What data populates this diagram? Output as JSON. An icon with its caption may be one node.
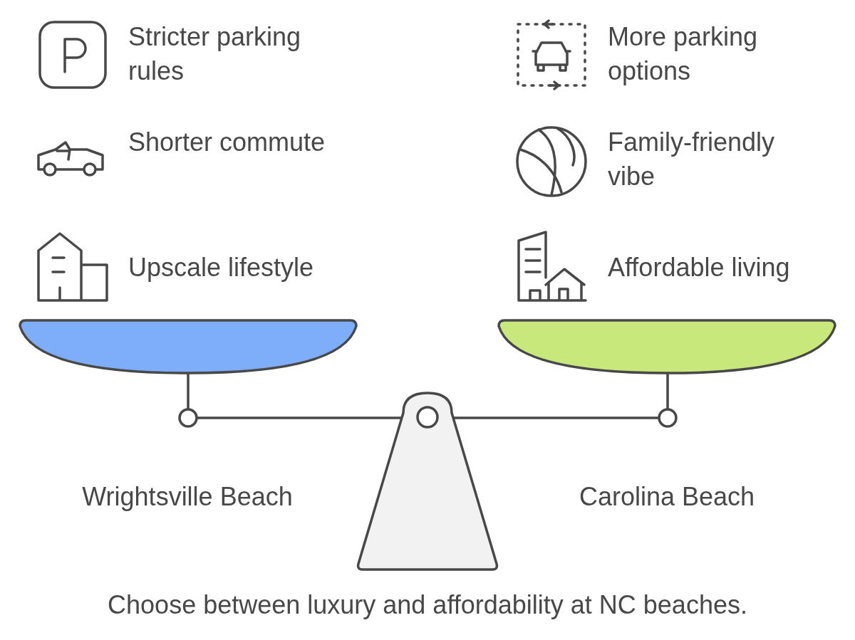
{
  "diagram": {
    "caption": "Choose between luxury and affordability at NC beaches.",
    "labels": [
      "Stricter parking rules",
      "More parking options",
      "Shorter commute",
      "Family-friendly vibe",
      "Upscale lifestyle",
      "Affordable living",
      "Wrightsville Beach",
      "Carolina Beach"
    ]
  }
}
